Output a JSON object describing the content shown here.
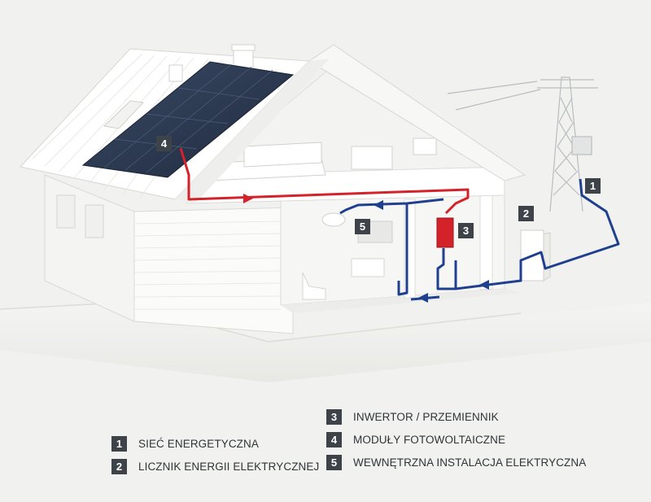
{
  "callouts": {
    "grid": "1",
    "meter": "2",
    "inverter": "3",
    "modules": "4",
    "installation": "5"
  },
  "legend": {
    "left": [
      {
        "num": "1",
        "label": "SIEĆ ENERGETYCZNA"
      },
      {
        "num": "2",
        "label": "LICZNIK ENERGII ELEKTRYCZNEJ"
      }
    ],
    "right": [
      {
        "num": "3",
        "label": "INWERTOR / PRZEMIENNIK"
      },
      {
        "num": "4",
        "label": "MODUŁY FOTOWOLTAICZNE"
      },
      {
        "num": "5",
        "label": "WEWNĘTRZNA INSTALACJA ELEKTRYCZNA"
      }
    ]
  },
  "colors": {
    "background": "#f1f1ef",
    "badge": "#3d4348",
    "dc_line": "#d4222a",
    "ac_line": "#1f3f8f",
    "solar_panel": "#2c3a52",
    "house": "#fafaf8"
  }
}
